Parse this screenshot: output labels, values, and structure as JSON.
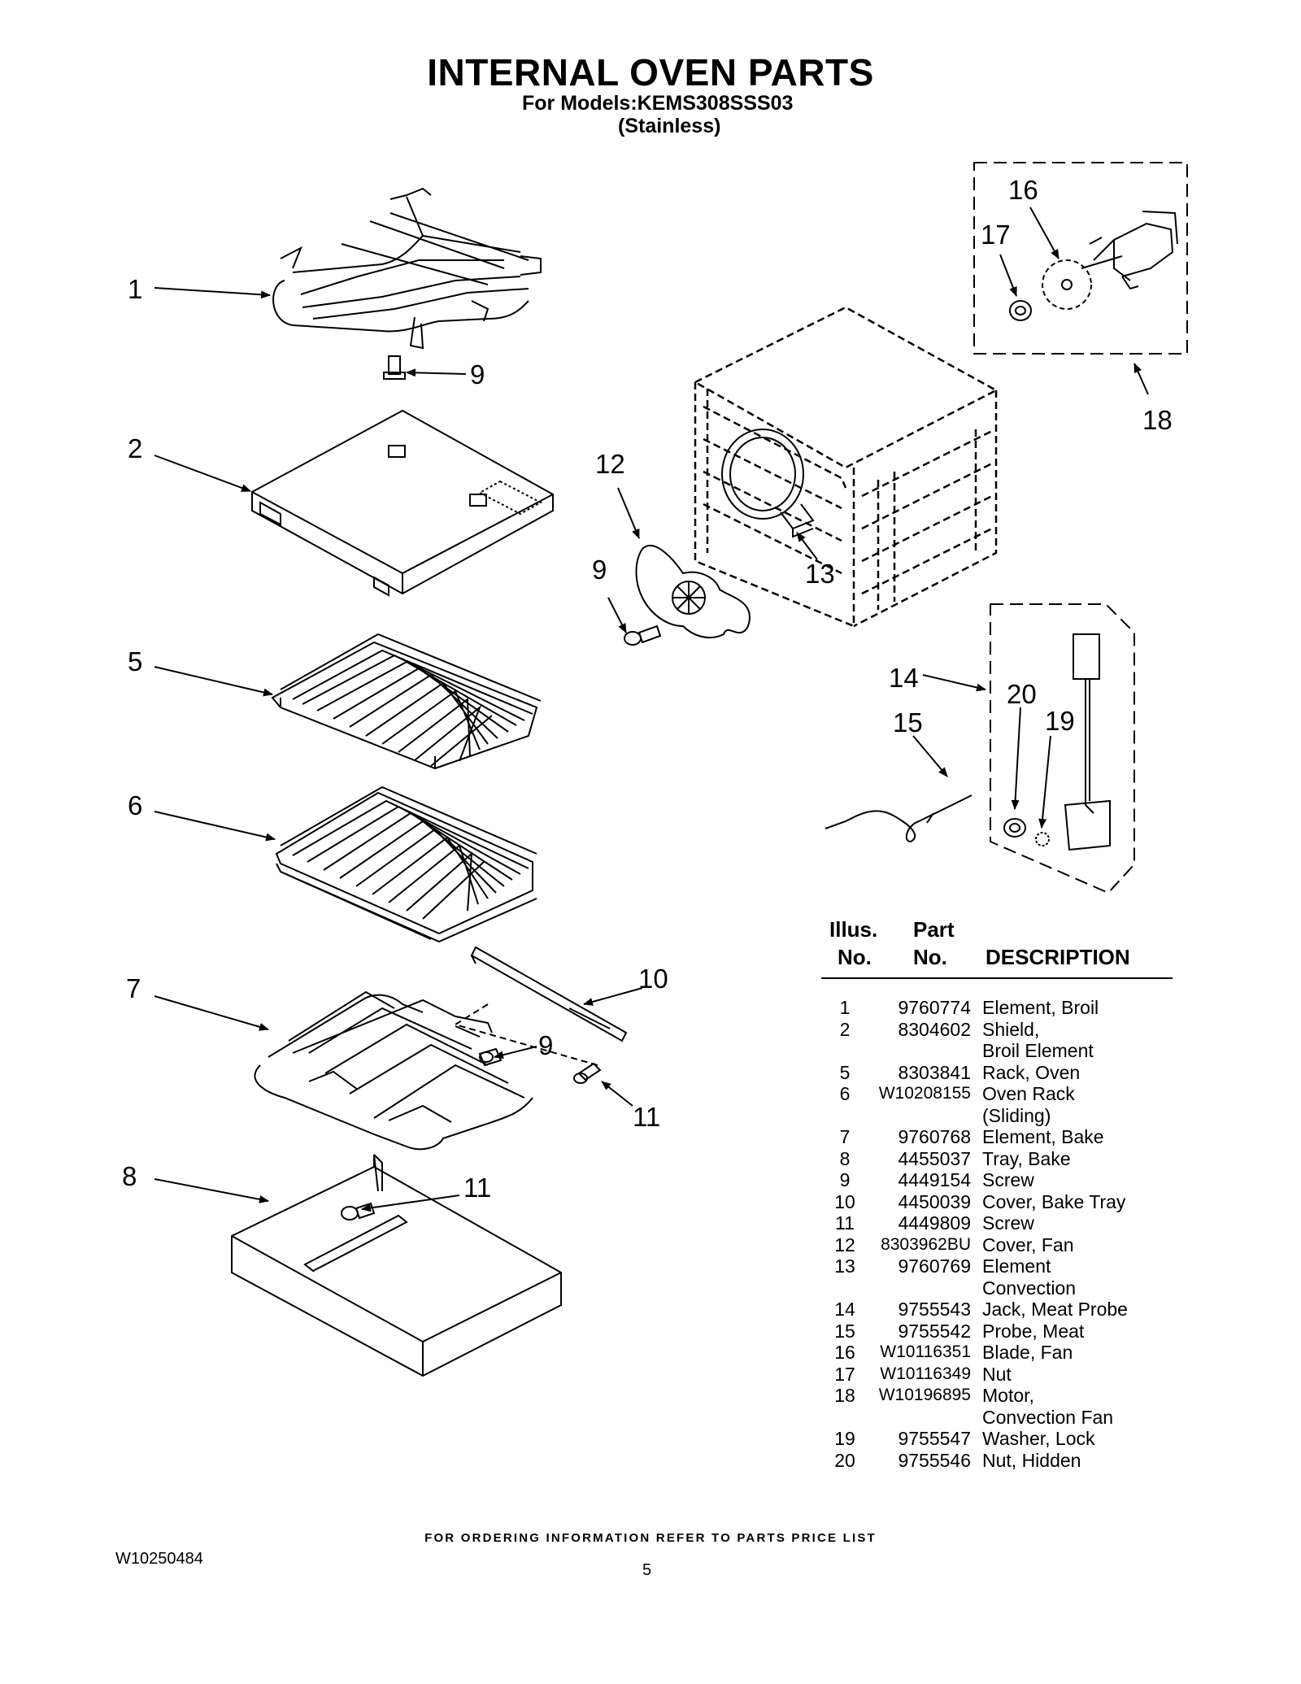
{
  "header": {
    "title": "INTERNAL OVEN PARTS",
    "models": "For Models:KEMS308SSS03",
    "finish": "(Stainless)"
  },
  "callouts": {
    "c1": "1",
    "c9a": "9",
    "c2": "2",
    "c5": "5",
    "c6": "6",
    "c7": "7",
    "c10": "10",
    "c9b": "9",
    "c11a": "11",
    "c8": "8",
    "c11b": "11",
    "c12": "12",
    "c9c": "9",
    "c13": "13",
    "c16": "16",
    "c17": "17",
    "c18": "18",
    "c14": "14",
    "c20": "20",
    "c15": "15",
    "c19": "19"
  },
  "parts_list": {
    "headers": {
      "illus": "Illus.",
      "illus_no": "No.",
      "part": "Part",
      "part_no": "No.",
      "description": "DESCRIPTION"
    },
    "rows": [
      {
        "no": "1",
        "part": "9760774",
        "desc": "Element, Broil"
      },
      {
        "no": "2",
        "part": "8304602",
        "desc": "Shield,\nBroil Element"
      },
      {
        "no": "5",
        "part": "8303841",
        "desc": "Rack, Oven"
      },
      {
        "no": "6",
        "part": "W10208155",
        "desc": "Oven Rack\n(Sliding)"
      },
      {
        "no": "7",
        "part": "9760768",
        "desc": "Element, Bake"
      },
      {
        "no": "8",
        "part": "4455037",
        "desc": "Tray, Bake"
      },
      {
        "no": "9",
        "part": "4449154",
        "desc": "Screw"
      },
      {
        "no": "10",
        "part": "4450039",
        "desc": "Cover, Bake Tray"
      },
      {
        "no": "11",
        "part": "4449809",
        "desc": "Screw"
      },
      {
        "no": "12",
        "part": "8303962BU",
        "desc": "Cover, Fan"
      },
      {
        "no": "13",
        "part": "9760769",
        "desc": "Element\nConvection"
      },
      {
        "no": "14",
        "part": "9755543",
        "desc": "Jack, Meat Probe"
      },
      {
        "no": "15",
        "part": "9755542",
        "desc": "Probe, Meat"
      },
      {
        "no": "16",
        "part": "W10116351",
        "desc": "Blade, Fan"
      },
      {
        "no": "17",
        "part": "W10116349",
        "desc": "Nut"
      },
      {
        "no": "18",
        "part": "W10196895",
        "desc": "Motor,\nConvection Fan"
      },
      {
        "no": "19",
        "part": "9755547",
        "desc": "Washer, Lock"
      },
      {
        "no": "20",
        "part": "9755546",
        "desc": "Nut, Hidden"
      }
    ]
  },
  "footer": {
    "ordering": "FOR ORDERING INFORMATION REFER TO PARTS PRICE LIST",
    "doc_number": "W10250484",
    "page_number": "5"
  }
}
